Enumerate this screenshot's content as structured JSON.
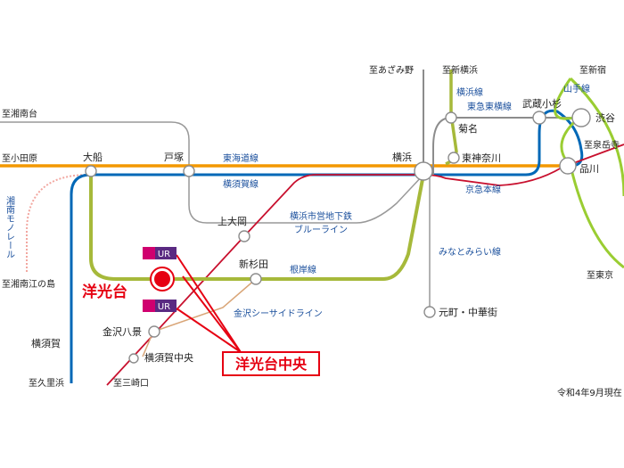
{
  "colors": {
    "tokaido": "#f39800",
    "yokosuka": "#0068b7",
    "negishi": "#a6b93a",
    "keikyu": "#c8102e",
    "blueline": "#16a0c9",
    "yamanote": "#9acd32",
    "toyoko": "#8c8c8c",
    "seaside": "#d9a577",
    "monorail": "#f2a7a0",
    "gray": "#999999",
    "text_blue": "#1a4f9c",
    "highlight": "#e60012"
  },
  "stations": {
    "ofuna": "大船",
    "totsuka": "戸塚",
    "kamiooka": "上大岡",
    "shinsugita": "新杉田",
    "yokodai": "洋光台",
    "kanazawa_hakkei": "金沢八景",
    "yokosuka_chuo": "横須賀中央",
    "yokosuka": "横須賀",
    "yokohama": "横浜",
    "kikuna": "菊名",
    "higashi_kanagawa": "東神奈川",
    "musashi_kosugi": "武蔵小杉",
    "shibuya": "渋谷",
    "shinagawa": "品川",
    "motomachi": "元町・中華街"
  },
  "destinations": {
    "azamino": "至あざみ野",
    "shin_yokohama": "至新横浜",
    "shinjuku": "至新宿",
    "shonandai": "至湘南台",
    "odawara": "至小田原",
    "sengakuji": "至泉岳寺",
    "tokyo": "至東京",
    "shonan_enoshima": "至湘南江の島",
    "kurihama": "至久里浜",
    "misakiguchi": "至三崎口"
  },
  "lines": {
    "yokohama_line": "横浜線",
    "toyoko_line": "東急東横線",
    "yamanote_line": "山手線",
    "tokaido_line": "東海道線",
    "yokosuka_line": "横須賀線",
    "keikyu_line": "京急本線",
    "blueline_1": "横浜市営地下鉄",
    "blueline_2": "ブルーライン",
    "negishi_line": "根岸線",
    "seaside_line": "金沢シーサイドライン",
    "minatomirai_line": "みなとみらい線",
    "monorail": "湘南モノレール"
  },
  "highlight_label": "洋光台中央",
  "ur_logo_text": "UR",
  "footnote": "令和4年9月現在"
}
